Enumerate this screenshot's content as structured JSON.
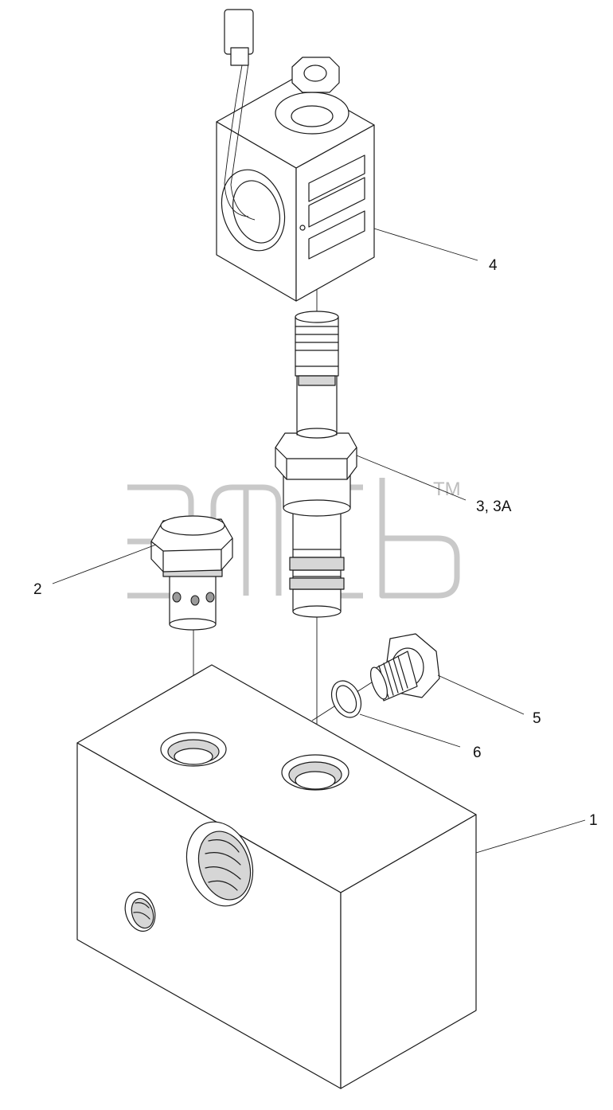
{
  "diagram": {
    "callouts": [
      {
        "id": "1",
        "label": "1"
      },
      {
        "id": "2",
        "label": "2"
      },
      {
        "id": "3",
        "label": "3, 3A"
      },
      {
        "id": "4",
        "label": "4"
      },
      {
        "id": "5",
        "label": "5"
      },
      {
        "id": "6",
        "label": "6"
      }
    ],
    "watermark": {
      "mark": "TM"
    }
  }
}
